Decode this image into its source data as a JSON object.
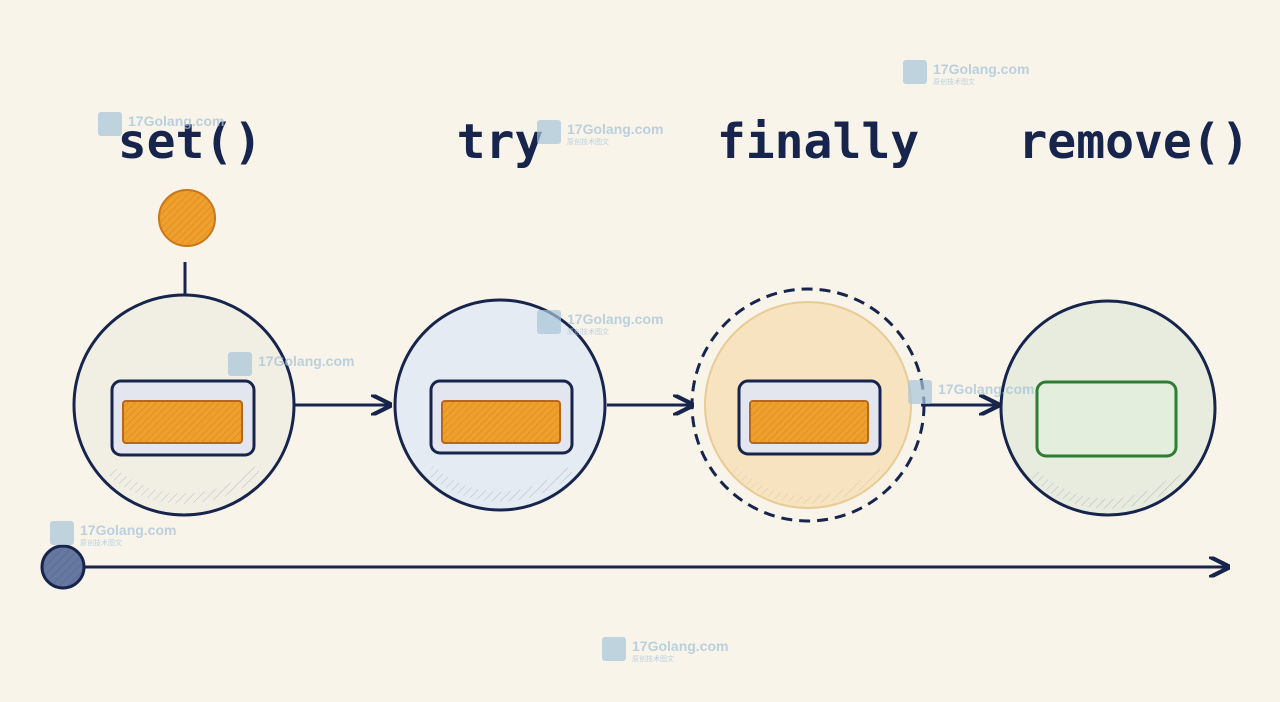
{
  "diagram": {
    "stages": [
      {
        "label": "set()"
      },
      {
        "label": "try"
      },
      {
        "label": "finally"
      },
      {
        "label": "remove()"
      }
    ]
  },
  "watermark": {
    "text": "17Golang.com",
    "subtext": "原创技术图文"
  },
  "colors": {
    "ink": "#17254d",
    "orange": "#ee9f2c",
    "green": "#2e7d32",
    "background": "#f8f4ea"
  }
}
